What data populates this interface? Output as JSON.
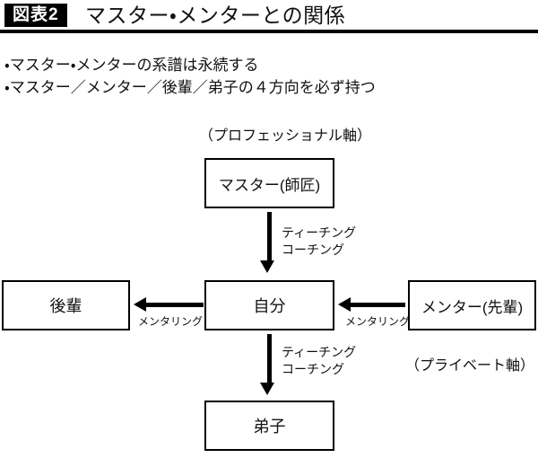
{
  "figure": {
    "badge": "図表2",
    "title": "マスター・メンターとの関係"
  },
  "notes": [
    "・マスター・メンターの系譜は永続する",
    "・マスター／メンター／後輩／弟子の４方向を必ず持つ"
  ],
  "diagram": {
    "professional_axis_label": "（プロフェッショナル軸）",
    "private_axis_label": "（プライベート軸）",
    "nodes": {
      "master": "マスター(師匠)",
      "kohai": "後輩",
      "self": "自分",
      "mentor": "メンター(先輩)",
      "deshi": "弟子"
    },
    "edge_labels": {
      "teaching_line1": "ティーチング",
      "teaching_line2": "コーチング",
      "mentoring": "メンタリング"
    }
  },
  "colors": {
    "background": "#ffffff",
    "text": "#111111",
    "badge_background": "#000000",
    "badge_text": "#ffffff",
    "line": "#000000"
  }
}
